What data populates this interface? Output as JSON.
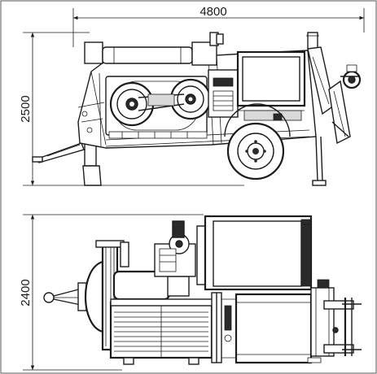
{
  "dimensions": {
    "overall_length": "4800",
    "overall_height": "2500",
    "overall_width": "2400"
  }
}
